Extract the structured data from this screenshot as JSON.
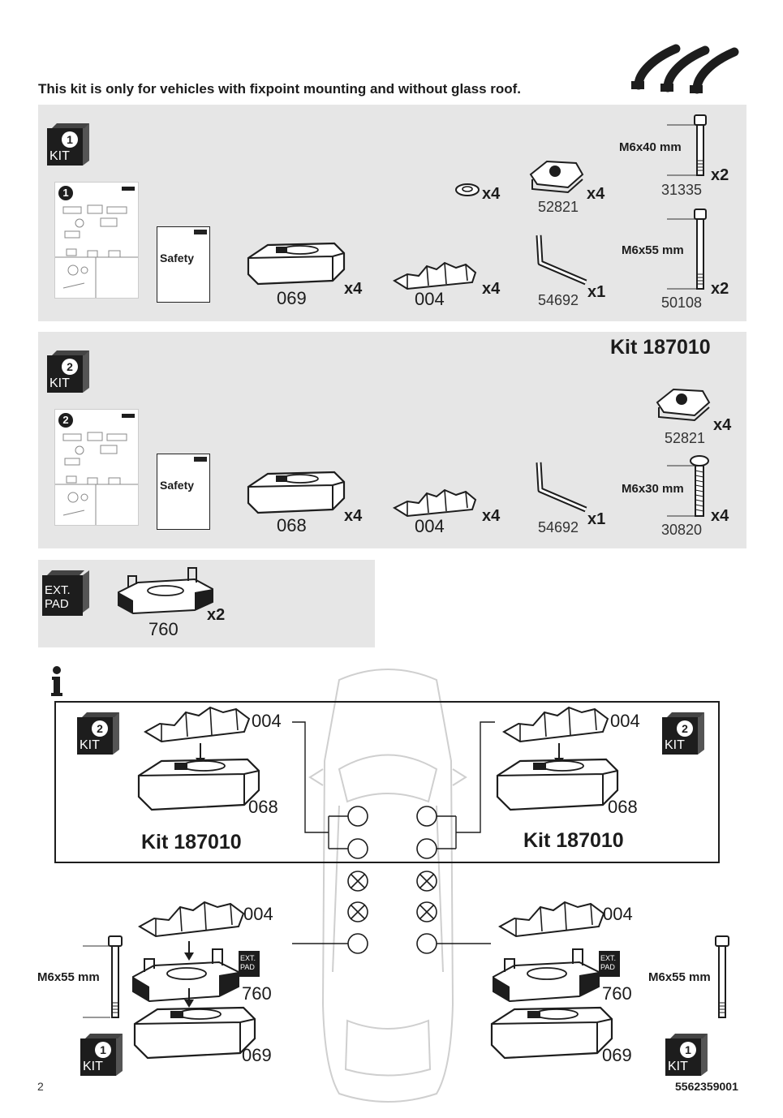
{
  "header": {
    "notice": "This kit is only for vehicles with fixpoint mounting and without glass roof."
  },
  "kit1": {
    "badge_num": "1",
    "badge_label": "KIT",
    "safety_label": "Safety",
    "manual_num": "1",
    "items": {
      "washer_qty": "x4",
      "clip_code": "52821",
      "clip_qty": "x4",
      "bolt1_size": "M6x40 mm",
      "bolt1_code": "31335",
      "bolt1_qty": "x2",
      "foot_code": "069",
      "foot_qty": "x4",
      "pad_code": "004",
      "pad_qty": "x4",
      "key_code": "54692",
      "key_qty": "x1",
      "bolt2_size": "M6x55 mm",
      "bolt2_code": "50108",
      "bolt2_qty": "x2"
    }
  },
  "kit2": {
    "badge_num": "2",
    "badge_label": "KIT",
    "title": "Kit 187010",
    "safety_label": "Safety",
    "manual_num": "2",
    "items": {
      "clip_code": "52821",
      "clip_qty": "x4",
      "foot_code": "068",
      "foot_qty": "x4",
      "pad_code": "004",
      "pad_qty": "x4",
      "key_code": "54692",
      "key_qty": "x1",
      "bolt_size": "M6x30 mm",
      "bolt_code": "30820",
      "bolt_qty": "x4"
    }
  },
  "ext_pad": {
    "label_line1": "EXT.",
    "label_line2": "PAD",
    "code": "760",
    "qty": "x2"
  },
  "diagram": {
    "info_icon": "info-icon",
    "left_top": {
      "badge_num": "2",
      "badge_label": "KIT",
      "pad_code": "004",
      "foot_code": "068",
      "kit_title": "Kit 187010"
    },
    "right_top": {
      "badge_num": "2",
      "badge_label": "KIT",
      "pad_code": "004",
      "foot_code": "068",
      "kit_title": "Kit 187010"
    },
    "left_bottom": {
      "badge_num": "1",
      "badge_label": "KIT",
      "pad_code": "004",
      "ext_label1": "EXT.",
      "ext_label2": "PAD",
      "ext_code": "760",
      "foot_code": "069",
      "bolt_size": "M6x55 mm"
    },
    "right_bottom": {
      "badge_num": "1",
      "badge_label": "KIT",
      "pad_code": "004",
      "ext_label1": "EXT.",
      "ext_label2": "PAD",
      "ext_code": "760",
      "foot_code": "069",
      "bolt_size": "M6x55 mm"
    }
  },
  "footer": {
    "page_number": "2",
    "doc_number": "5562359001"
  }
}
